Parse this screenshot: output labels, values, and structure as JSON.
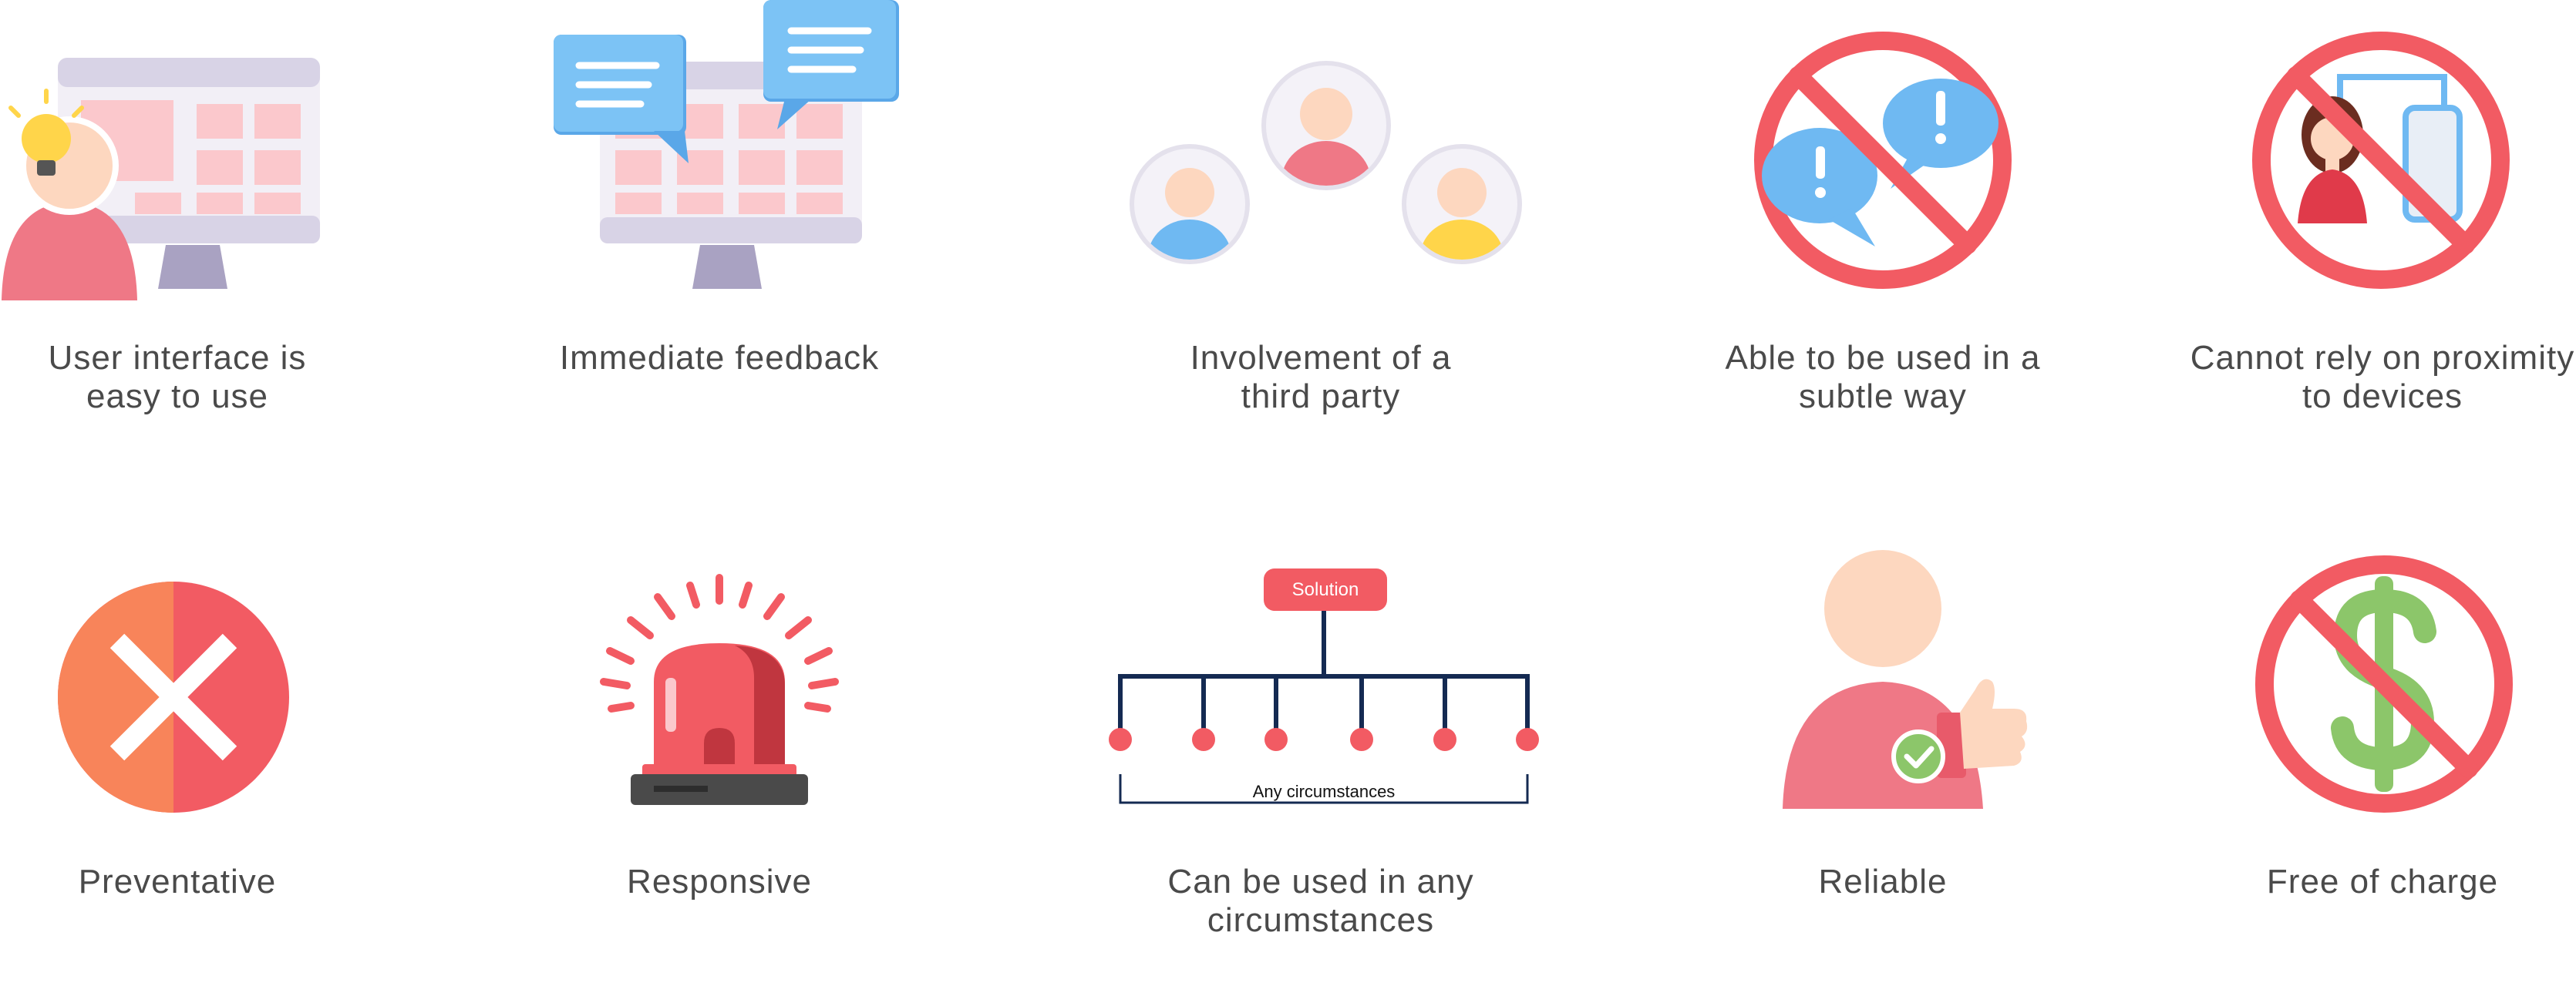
{
  "items": [
    {
      "lines": [
        "User interface is",
        "easy to use"
      ],
      "icon": "monitor-user-lightbulb-icon"
    },
    {
      "lines": [
        "Immediate feedback"
      ],
      "icon": "monitor-speech-bubbles-icon"
    },
    {
      "lines": [
        "Involvement of a",
        "third party"
      ],
      "icon": "three-people-icon"
    },
    {
      "lines": [
        "Able to be used in a",
        "subtle way"
      ],
      "icon": "no-alert-bubbles-icon"
    },
    {
      "lines": [
        "Cannot rely on proximity",
        "to devices"
      ],
      "icon": "no-phone-proximity-icon"
    },
    {
      "lines": [
        "Preventative"
      ],
      "icon": "x-circle-icon"
    },
    {
      "lines": [
        "Responsive"
      ],
      "icon": "siren-icon"
    },
    {
      "lines": [
        "Can be used in any",
        "circumstances"
      ],
      "icon": "tree-diagram-icon"
    },
    {
      "lines": [
        "Reliable"
      ],
      "icon": "person-thumbs-up-icon"
    },
    {
      "lines": [
        "Free of charge"
      ],
      "icon": "no-dollar-icon"
    }
  ],
  "diagram": {
    "root_label": "Solution",
    "bracket_label": "Any circumstances"
  },
  "colors": {
    "text": "#4a4a4a",
    "red": "#f25b63",
    "pink": "#ef7886",
    "skin": "#fdd7bf",
    "blue": "#6fb9f2",
    "navy": "#142a52",
    "green": "#8cc66a"
  }
}
